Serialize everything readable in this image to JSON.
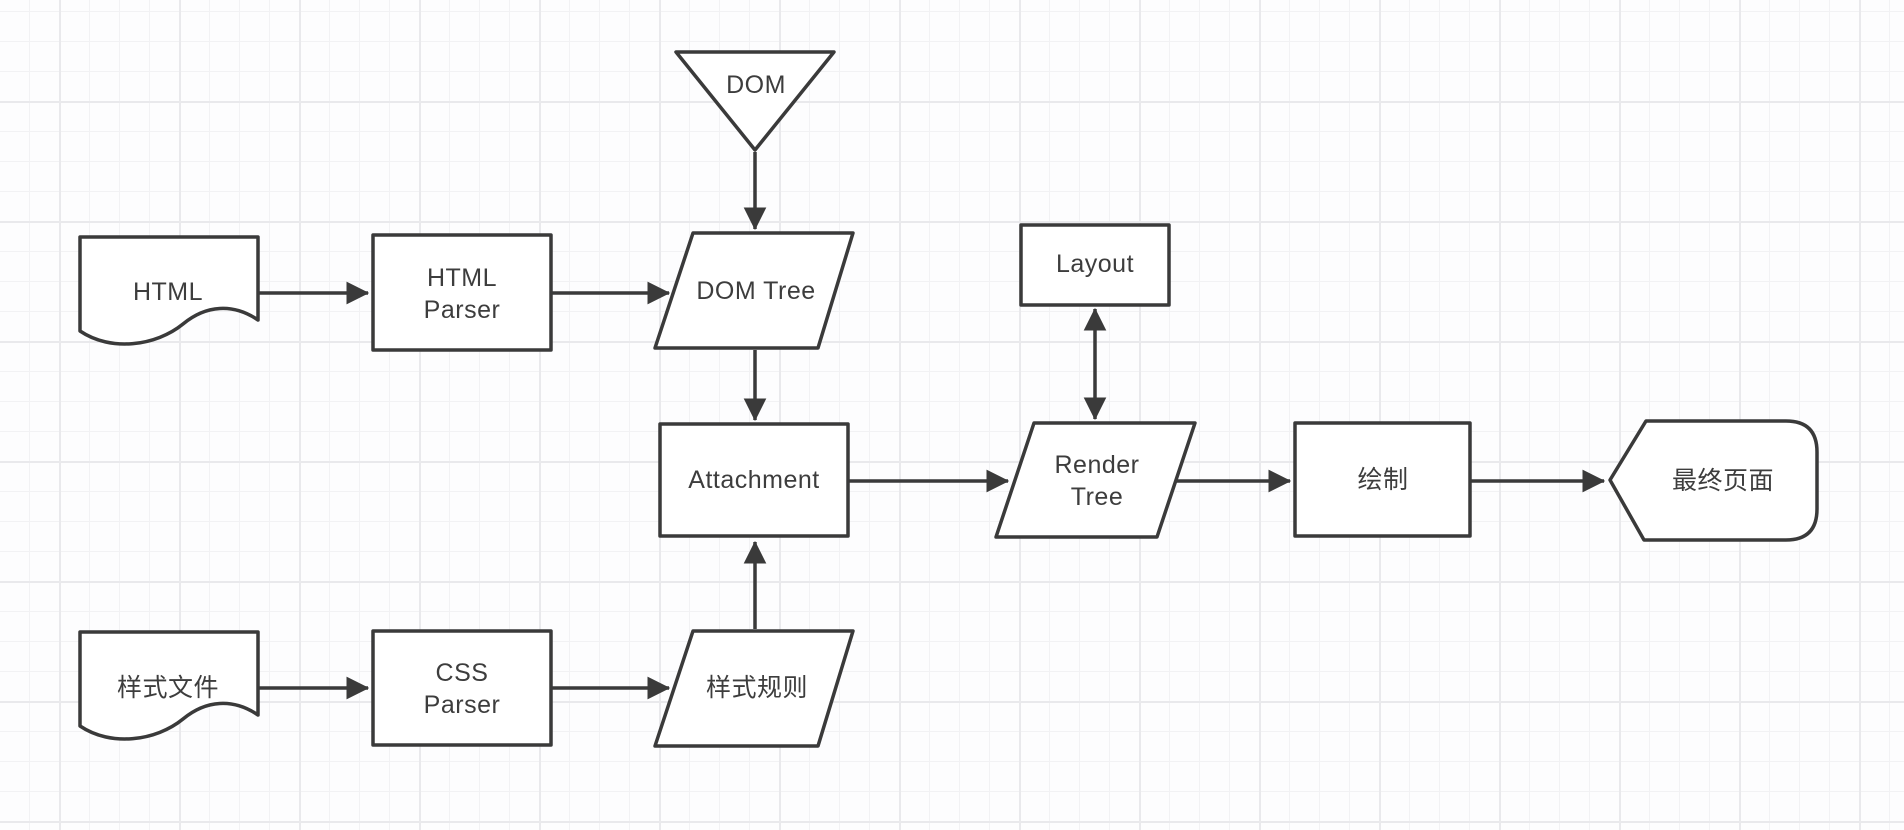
{
  "canvas": {
    "background": "#FDFDFE",
    "grid_minor_color": "#F2F2F4",
    "grid_major_color": "#E9E9EC",
    "stroke_color": "#3A3A3A",
    "text_color": "#3D3D3D",
    "fill_yellow": "#FAFA7B",
    "fill_blue": "#A1C7F3",
    "fill_white": "#FFFFFF"
  },
  "nodes": {
    "dom": {
      "label": "DOM",
      "shape": "inverted-triangle"
    },
    "html_doc": {
      "label": "HTML",
      "shape": "document"
    },
    "html_parser": {
      "label": "HTML\nParser",
      "shape": "rectangle"
    },
    "dom_tree": {
      "label": "DOM Tree",
      "shape": "parallelogram"
    },
    "attachment": {
      "label": "Attachment",
      "shape": "rectangle"
    },
    "layout": {
      "label": "Layout",
      "shape": "rectangle"
    },
    "render_tree": {
      "label": "Render\nTree",
      "shape": "parallelogram"
    },
    "paint": {
      "label": "绘制",
      "shape": "rectangle"
    },
    "final_page": {
      "label": "最终页面",
      "shape": "display"
    },
    "style_doc": {
      "label": "样式文件",
      "shape": "document"
    },
    "css_parser": {
      "label": "CSS\nParser",
      "shape": "rectangle"
    },
    "style_rules": {
      "label": "样式规则",
      "shape": "parallelogram"
    }
  },
  "edges": [
    {
      "from": "dom",
      "to": "dom_tree",
      "bidirectional": false
    },
    {
      "from": "html_doc",
      "to": "html_parser",
      "bidirectional": false
    },
    {
      "from": "html_parser",
      "to": "dom_tree",
      "bidirectional": false
    },
    {
      "from": "dom_tree",
      "to": "attachment",
      "bidirectional": false
    },
    {
      "from": "style_doc",
      "to": "css_parser",
      "bidirectional": false
    },
    {
      "from": "css_parser",
      "to": "style_rules",
      "bidirectional": false
    },
    {
      "from": "style_rules",
      "to": "attachment",
      "bidirectional": false
    },
    {
      "from": "attachment",
      "to": "render_tree",
      "bidirectional": false
    },
    {
      "from": "layout",
      "to": "render_tree",
      "bidirectional": true
    },
    {
      "from": "render_tree",
      "to": "paint",
      "bidirectional": false
    },
    {
      "from": "paint",
      "to": "final_page",
      "bidirectional": false
    }
  ]
}
